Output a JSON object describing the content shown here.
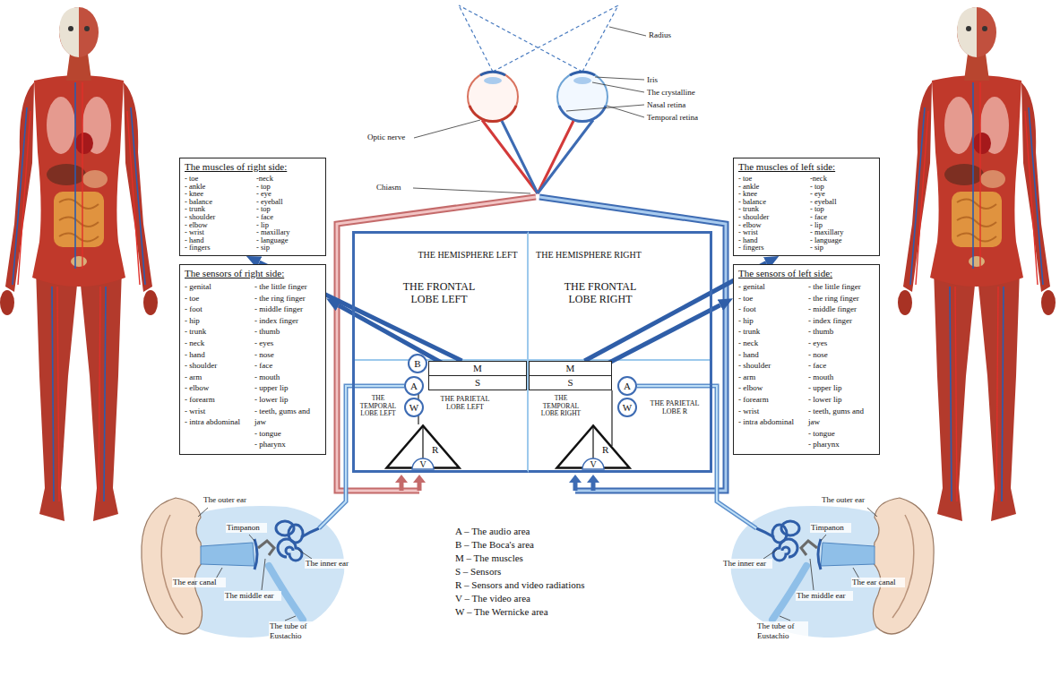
{
  "diagram": {
    "nodes": [
      {
        "text": [
          "The muscles of right side:",
          "- toe",
          "- ankle",
          "- knee",
          "- balance",
          "- trunk",
          "- shoulder",
          "- elbow",
          "- wrist",
          "- hand",
          "- fingers",
          "-neck",
          "- top",
          "- eye",
          "- eyeball",
          "- top",
          "- face",
          "- lip",
          "- maxillary",
          "- language",
          "- sip"
        ]
      },
      {
        "text": [
          "The sensors of right side:",
          "- genital",
          "- toe",
          "- foot",
          "- hip",
          "- trunk",
          "- neck",
          "- hand",
          "- shoulder",
          "- arm",
          "- elbow",
          "- forearm",
          "- wrist",
          "- intra abdominal",
          "- the little finger",
          "- the ring finger",
          "- middle finger",
          "- index finger",
          "- thumb",
          "- eyes",
          "- nose",
          "- face",
          "- mouth",
          "- upper lip",
          "- lower lip",
          "- teeth, gums and jaw",
          "- tongue",
          "- pharynx"
        ]
      },
      {
        "text": [
          "THE HEMISPHERE LEFT"
        ]
      },
      {
        "text": [
          "THE FRONTAL LOBE LEFT"
        ],
        "in": 2
      },
      {
        "text": [
          "B"
        ],
        "in": 2
      },
      {
        "text": [
          "M"
        ],
        "in": 2
      },
      {
        "text": [
          "A"
        ],
        "in": 2
      },
      {
        "text": [
          "S"
        ],
        "in": 2
      },
      {
        "text": [
          "W"
        ],
        "in": 2
      },
      {
        "text": [
          "THE TEMPORAL LOBE LEFT"
        ],
        "in": 2
      },
      {
        "text": [
          "THE PARIETAL LOBE LEFT"
        ],
        "in": 2
      },
      {
        "text": [
          "R"
        ],
        "in": 2
      },
      {
        "text": [
          "V"
        ],
        "in": 11
      },
      {
        "text": [
          "THE HEMISPHERE RIGHT"
        ]
      },
      {
        "text": [
          "THE FRONTAL LOBE RIGHT"
        ],
        "in": 13
      },
      {
        "text": [
          "M"
        ],
        "in": 13
      },
      {
        "text": [
          "A"
        ],
        "in": 13
      },
      {
        "text": [
          "S"
        ],
        "in": 13
      },
      {
        "text": [
          "W"
        ],
        "in": 13
      },
      {
        "text": [
          "THE TEMPORAL LOBE RIGHT"
        ],
        "in": 13
      },
      {
        "text": [
          "THE PARIETAL LOBE R"
        ],
        "in": 13
      },
      {
        "text": [
          "R"
        ],
        "in": 13
      },
      {
        "text": [
          "V"
        ],
        "in": 21
      },
      {
        "text": [
          "The muscles of left side:",
          "- toe",
          "- ankle",
          "- knee",
          "- balance",
          "- trunk",
          "- shoulder",
          "- elbow",
          "- wrist",
          "- hand",
          "- fingers",
          "-neck",
          "- top",
          "- eye",
          "- eyeball",
          "- top",
          "- face",
          "- lip",
          "- maxillary",
          "- language",
          "- sip"
        ]
      },
      {
        "text": [
          "The sensors of left side:",
          "- genital",
          "- toe",
          "- foot",
          "- hip",
          "- trunk",
          "- neck",
          "- hand",
          "- shoulder",
          "- arm",
          "- elbow",
          "- forearm",
          "- wrist",
          "- intra abdominal",
          "- the little finger",
          "- the ring finger",
          "- middle finger",
          "- index finger",
          "- thumb",
          "- eyes",
          "- nose",
          "- face",
          "- mouth",
          "- upper lip",
          "- lower lip",
          "- teeth, gums and jaw",
          "- tongue",
          "- pharynx"
        ]
      }
    ],
    "edges": [
      {
        "from": 5,
        "to": 0,
        "arrow": "to"
      },
      {
        "from": 7,
        "to": 1,
        "arrow": "to"
      },
      {
        "from": 15,
        "to": 23,
        "arrow": "to"
      },
      {
        "from": 17,
        "to": 24,
        "arrow": "to"
      }
    ],
    "labels": [
      "Radius",
      "Iris",
      "The crystalline",
      "Nasal retina",
      "Temporal retina",
      "Optic nerve",
      "Chiasm",
      "The outer ear",
      "Timpanon",
      "The inner ear",
      "The ear canal",
      "The middle ear",
      "The tube of Eustachio",
      "The outer ear",
      "Timpanon",
      "The inner ear",
      "The ear canal",
      "The middle ear",
      "The tube of Eustachio",
      "A – The audio area",
      "B – The Boca's area",
      "M – The muscles",
      "S – Sensors",
      "R – Sensors and video radiations",
      "V – The video area",
      "W – The Wernicke area"
    ]
  }
}
